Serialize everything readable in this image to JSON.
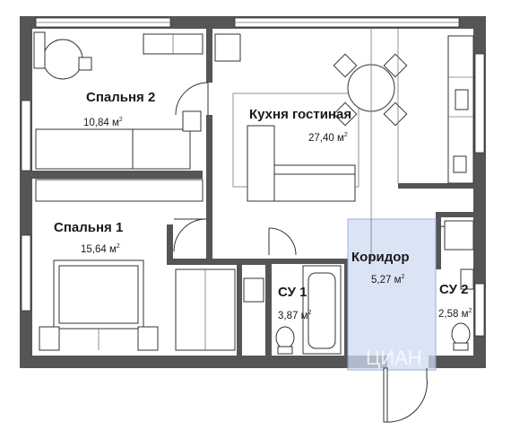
{
  "rooms": {
    "bedroom2": {
      "name": "Спальня 2",
      "area": "10,84 м",
      "unit_sup": "2"
    },
    "kitchen": {
      "name": "Кухня гостиная",
      "area": "27,40 м",
      "unit_sup": "2"
    },
    "bedroom1": {
      "name": "Спальня 1",
      "area": "15,64 м",
      "unit_sup": "2"
    },
    "corridor": {
      "name": "Коридор",
      "area": "5,27 м",
      "unit_sup": "2"
    },
    "bath1": {
      "name": "СУ 1",
      "area": "3,87 м",
      "unit_sup": "2"
    },
    "bath2": {
      "name": "СУ 2",
      "area": "2,58 м",
      "unit_sup": "2"
    }
  },
  "colors": {
    "wall": "#555555",
    "highlight": "#cfdcf2"
  },
  "watermark": "ЦИАН"
}
